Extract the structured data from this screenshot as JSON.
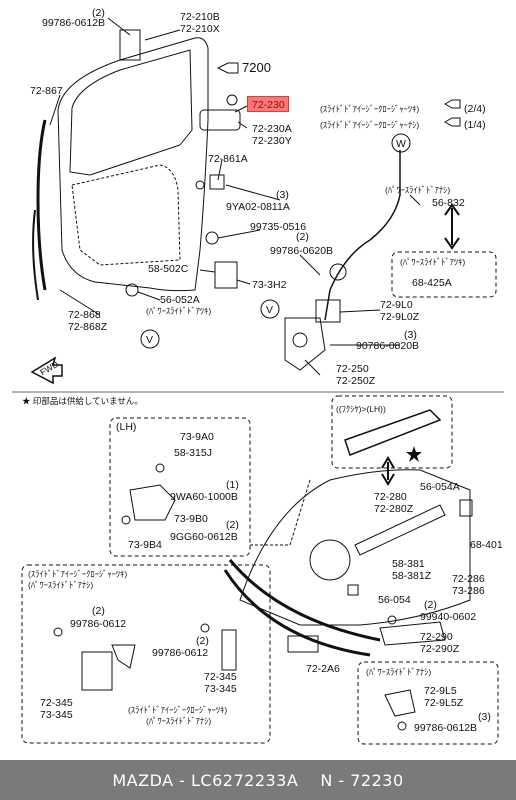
{
  "diagram": {
    "highlight_part": "72-230",
    "labels": {
      "p_99786_0612b_top": "99786-0612B",
      "n2_top": "(2)",
      "p_72_210b": "72-210B",
      "p_72_210x": "72-210X",
      "p_7200": "7200",
      "p_72_867": "72-867",
      "p_72_230": "72-230",
      "p_72_230a": "72-230A",
      "p_72_230y": "72-230Y",
      "sub_2_4": "(2/4)",
      "sub_1_4": "(1/4)",
      "jp_slide1": "(ｽﾗｲﾄﾞﾄﾞｱｲｰｼﾞｰｸﾛｰｼﾞｬｰﾂｷ)",
      "jp_slide2": "(ｽﾗｲﾄﾞﾄﾞｱｲｰｼﾞｰｸﾛｰｼﾞｬｰﾅｼ)",
      "circle_w": "W",
      "p_72_861a": "72-861A",
      "n3_a": "(3)",
      "p_9ya02": "9YA02-0811A",
      "p_99735": "99735-0516",
      "jp_power1": "(ﾊﾟﾜｰｽﾗｲﾄﾞﾄﾞｱﾅｼ)",
      "p_56_832": "56-832",
      "n2_b": "(2)",
      "p_99786_0620b": "99786-0620B",
      "jp_power2": "(ﾊﾟﾜｰｽﾗｲﾄﾞﾄﾞｱﾂｷ)",
      "p_68_425a": "68-425A",
      "p_58_502c": "58-502C",
      "p_73_3h2": "73-3H2",
      "p_56_052a": "56-052A",
      "jp_power3": "(ﾊﾟﾜｰｽﾗｲﾄﾞﾄﾞｱﾂｷ)",
      "p_72_868": "72-868",
      "p_72_868z": "72-868Z",
      "circle_v1": "V",
      "circle_v2": "V",
      "p_72_9l0": "72-9L0",
      "p_72_9l0z": "72-9L0Z",
      "n3_b": "(3)",
      "p_90786": "90786-0820B",
      "p_72_250": "72-250",
      "p_72_250z": "72-250Z",
      "fwd": "FWD",
      "note": "★ 印部品は供給していません。",
      "lh_box": "(LH)",
      "p_73_9a0": "73-9A0",
      "p_58_315j": "58-315J",
      "n1": "(1)",
      "p_9wa60": "9WA60-1000B",
      "p_73_9b0": "73-9B0",
      "n2_c": "(2)",
      "p_9gg60": "9GG60-0612B",
      "p_73_9b4": "73-9B4",
      "flush_lh": "((ﾌｸｼﾔ)>(LH))",
      "p_56_054a": "56-054A",
      "p_72_280": "72-280",
      "p_72_280z": "72-280Z",
      "p_68_401": "68-401",
      "p_58_381": "58-381",
      "p_58_381z": "58-381Z",
      "p_72_286": "72-286",
      "p_73_286": "73-286",
      "p_56_054": "56-054",
      "n2_d": "(2)",
      "p_99940": "99940-0602",
      "p_72_290": "72-290",
      "p_72_290z": "72-290Z",
      "jp_slide3": "(ｽﾗｲﾄﾞﾄﾞｱｲｰｼﾞｰｸﾛｰｼﾞｬｰﾂｷ)",
      "jp_power4": "(ﾊﾟﾜｰｽﾗｲﾄﾞﾄﾞｱﾅｼ)",
      "n2_e": "(2)",
      "p_99786_0612_a": "99786-0612",
      "n2_f": "(2)",
      "p_99786_0612_b": "99786-0612",
      "p_72_345a": "72-345",
      "p_73_345a": "73-345",
      "p_72_345b": "72-345",
      "p_73_345b": "73-345",
      "jp_slide4": "(ｽﾗｲﾄﾞﾄﾞｱｲｰｼﾞｰｸﾛｰｼﾞｬｰﾂｷ)",
      "jp_power5": "(ﾊﾟﾜｰｽﾗｲﾄﾞﾄﾞｱﾅｼ)",
      "p_72_2a6": "72-2A6",
      "jp_power6": "(ﾊﾟﾜｰｽﾗｲﾄﾞﾄﾞｱﾅｼ)",
      "p_72_9l5": "72-9L5",
      "p_72_9l5z": "72-9L5Z",
      "n3_c": "(3)",
      "p_99786_0612b_bot": "99786-0612B"
    }
  },
  "footer": {
    "brand_part": "MAZDA - LC6272233A",
    "ref": "N - 72230"
  }
}
